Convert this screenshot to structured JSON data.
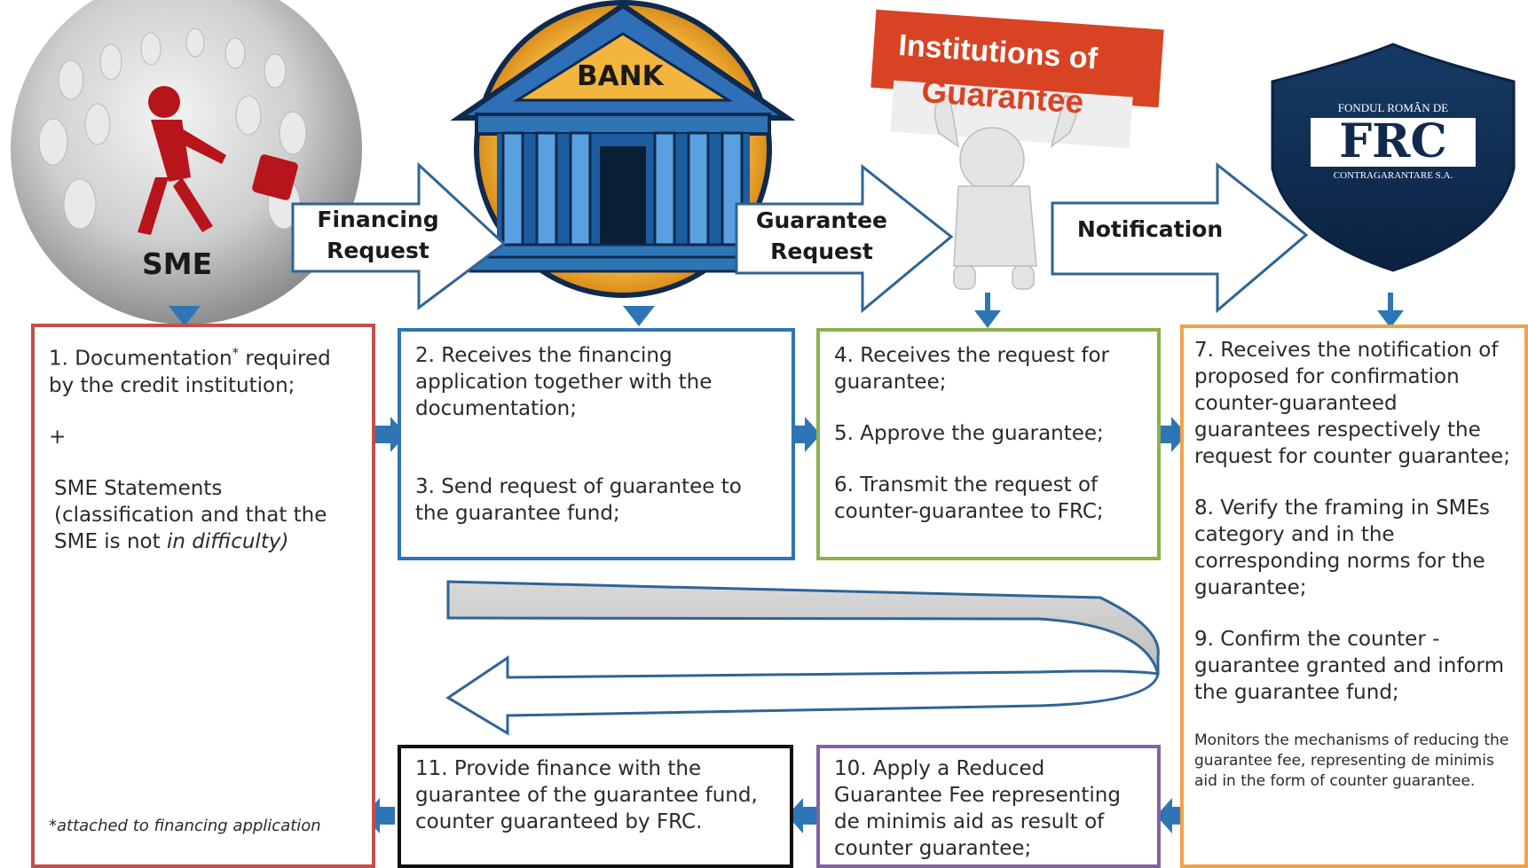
{
  "actors": {
    "sme": {
      "label": "SME"
    },
    "bank": {
      "label": "BANK"
    },
    "institutions": {
      "line1": "Institutions of",
      "line2": "Guarantee"
    },
    "frc": {
      "top": "FONDUL ROMÂN DE",
      "logo": "FRC",
      "bottom": "CONTRAGARANTARE S.A."
    }
  },
  "arrows": {
    "financing": {
      "line1": "Financing",
      "line2": "Request"
    },
    "guarantee": {
      "line1": "Guarantee",
      "line2": "Request"
    },
    "notification": {
      "line1": "Notification"
    }
  },
  "boxes": {
    "sme": {
      "doc": "1. Documentation",
      "doc_mark": "*",
      "doc_rest": " required by the credit institution;",
      "plus": "+",
      "statements": "SME Statements (classification and that the SME is not",
      "statements_italic": "in difficulty)",
      "footnote": "*attached  to financing application"
    },
    "bank": {
      "step2": "2. Receives the financing application together with the documentation;",
      "step3": "3. Send request of guarantee to the guarantee fund;"
    },
    "institutions": {
      "step4": "4. Receives the request for guarantee;",
      "step5": "5. Approve the guarantee;",
      "step6": "6. Transmit the request of counter-guarantee to FRC;"
    },
    "frc": {
      "step7": "7. Receives the notification of proposed for confirmation counter-guaranteed guarantees respectively the request for counter guarantee;",
      "step8": "8. Verify the framing in SMEs category and in the corresponding norms for the guarantee;",
      "step9": "9. Confirm the counter - guarantee granted and inform the guarantee fund;",
      "monitor": "Monitors the mechanisms of reducing the guarantee fee, representing de minimis aid in the form of counter guarantee."
    },
    "step10": "10. Apply a Reduced Guarantee Fee representing de minimis aid as result of counter guarantee;",
    "step11": "11. Provide finance with the guarantee of the guarantee fund, counter guaranteed by FRC."
  },
  "colors": {
    "sme_border": "#c0504d",
    "bank_border": "#2e75b6",
    "institutions_border": "#8db04a",
    "frc_border": "#f0a24b",
    "step10_border": "#8064a2",
    "step11_border": "#111111",
    "arrow_outline": "#2f6496",
    "connector_blue": "#2e75b6",
    "sign_red": "#d84324",
    "shield_navy": "#0f2a4d"
  }
}
